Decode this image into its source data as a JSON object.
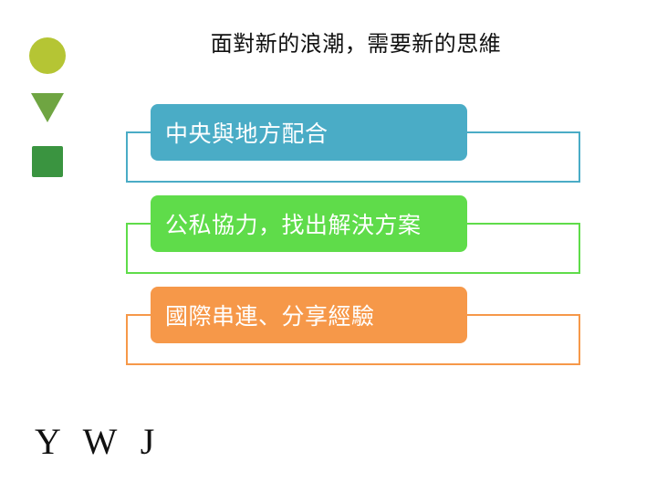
{
  "slide": {
    "title": "面對新的浪潮，需要新的思維",
    "signature": "Y W J"
  },
  "bullets": {
    "circle_color": "#b5c534",
    "triangle_color": "#6fa542",
    "square_color": "#3a9440"
  },
  "items": [
    {
      "label": "中央與地方配合",
      "color": "#4aacc6"
    },
    {
      "label": "公私協力，找出解決方案",
      "color": "#5fdc4a"
    },
    {
      "label": "國際串連、分享經驗",
      "color": "#f69849"
    }
  ]
}
